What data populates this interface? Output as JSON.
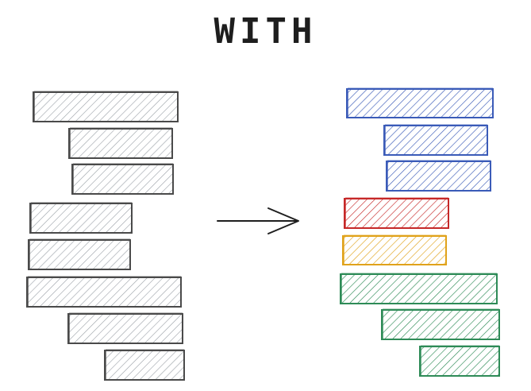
{
  "title": "WITH",
  "colors": {
    "gray": "#4a4a4a",
    "gray_fill": "#9aa0a6",
    "blue": "#3b5bb8",
    "red": "#c62828",
    "yellow": "#e0a21a",
    "green": "#2e8b57",
    "arrow": "#1e1e1e"
  },
  "left_bars": [
    {
      "id": "l1",
      "color": "gray"
    },
    {
      "id": "l2",
      "color": "gray"
    },
    {
      "id": "l3",
      "color": "gray"
    },
    {
      "id": "l4",
      "color": "gray"
    },
    {
      "id": "l5",
      "color": "gray"
    },
    {
      "id": "l6",
      "color": "gray"
    },
    {
      "id": "l7",
      "color": "gray"
    },
    {
      "id": "l8",
      "color": "gray"
    }
  ],
  "right_bars": [
    {
      "id": "r1",
      "color": "blue"
    },
    {
      "id": "r2",
      "color": "blue"
    },
    {
      "id": "r3",
      "color": "blue"
    },
    {
      "id": "r4",
      "color": "red"
    },
    {
      "id": "r5",
      "color": "yellow"
    },
    {
      "id": "r6",
      "color": "green"
    },
    {
      "id": "r7",
      "color": "green"
    },
    {
      "id": "r8",
      "color": "green"
    }
  ],
  "arrow": {
    "direction": "right"
  }
}
